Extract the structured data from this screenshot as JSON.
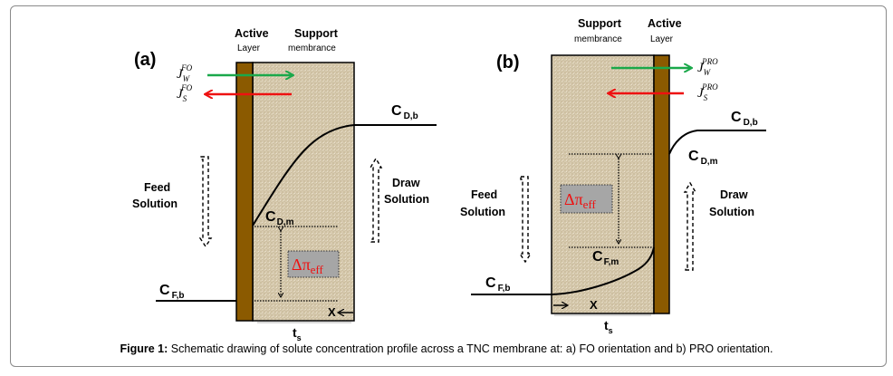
{
  "figure": {
    "panels": [
      {
        "id": "a",
        "panel_label": "(a)",
        "orientation": "FO",
        "active_layer_title": "Active",
        "active_layer_sub": "Layer",
        "support_title": "Support",
        "support_sub": "membrance",
        "water_flux": {
          "base": "J",
          "sub": "W",
          "sup": "FO",
          "direction": "right",
          "color": "#1aa84a"
        },
        "solute_flux": {
          "base": "J",
          "sub": "S",
          "sup": "FO",
          "direction": "left",
          "color": "#ee1111"
        },
        "feed_label_1": "Feed",
        "feed_label_2": "Solution",
        "draw_label_1": "Draw",
        "draw_label_2": "Solution",
        "c_bulk_draw": {
          "base": "C",
          "sub": "D,b"
        },
        "c_membrane_draw": {
          "base": "C",
          "sub": "D,m"
        },
        "c_bulk_feed": {
          "base": "C",
          "sub": "F,b"
        },
        "delta_pi": {
          "base": "Δπ",
          "sub": "eff"
        },
        "x_label": "X",
        "thickness": {
          "base": "t",
          "sub": "s"
        }
      },
      {
        "id": "b",
        "panel_label": "(b)",
        "orientation": "PRO",
        "active_layer_title": "Active",
        "active_layer_sub": "Layer",
        "support_title": "Support",
        "support_sub": "membrance",
        "water_flux": {
          "base": "J",
          "sub": "W",
          "sup": "PRO",
          "direction": "right",
          "color": "#1aa84a"
        },
        "solute_flux": {
          "base": "J",
          "sub": "S",
          "sup": "PRO",
          "direction": "left",
          "color": "#ee1111"
        },
        "feed_label_1": "Feed",
        "feed_label_2": "Solution",
        "draw_label_1": "Draw",
        "draw_label_2": "Solution",
        "c_bulk_draw": {
          "base": "C",
          "sub": "D,b"
        },
        "c_membrane_draw": {
          "base": "C",
          "sub": "D,m"
        },
        "c_membrane_feed": {
          "base": "C",
          "sub": "F,m"
        },
        "c_bulk_feed": {
          "base": "C",
          "sub": "F,b"
        },
        "delta_pi": {
          "base": "Δπ",
          "sub": "eff"
        },
        "x_label": "X",
        "thickness": {
          "base": "t",
          "sub": "s"
        }
      }
    ],
    "colors": {
      "active_layer": "#8b5a00",
      "support": "#d9ccb0",
      "delta_box": "#a6a6a6",
      "delta_text": "#ee1111"
    },
    "caption": {
      "label": "Figure 1:",
      "text": " Schematic drawing of solute concentration profile across a TNC membrane at: a) FO orientation and b) PRO orientation."
    }
  }
}
